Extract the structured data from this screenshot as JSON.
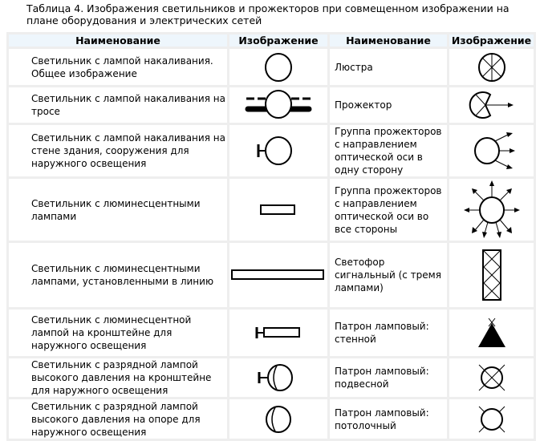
{
  "caption": "Таблица 4. Изображения светильников и прожекторов при совмещенном изображении на плане оборудования и электрических сетей",
  "headers": [
    "Наименование",
    "Изображение",
    "Наименование",
    "Изображение"
  ],
  "rows": [
    {
      "left": "Светильник с лампой накаливания. Общее изображение",
      "left_icon": "circle",
      "right": "Люстра",
      "right_icon": "chandelier"
    },
    {
      "left": "Светильник с лампой накаливания на тросе",
      "left_icon": "circle-on-cable",
      "right": "Прожектор",
      "right_icon": "projector"
    },
    {
      "left": "Светильник с лампой накаливания на стене здания, сооружения для наружного освещения",
      "left_icon": "circle-wall-bracket",
      "right": "Группа прожекторов с направлением оптической оси в одну сторону",
      "right_icon": "projector-group-one-direction"
    },
    {
      "left": "Светильник с люминесцентными лампами",
      "left_icon": "rectangle",
      "right": "Группа прожекторов с направлением оптической оси во все стороны",
      "right_icon": "projector-group-all-directions"
    },
    {
      "left": "Светильник с люминесцентными лампами, установленными в линию",
      "left_icon": "long-rectangle",
      "right": "Светофор сигнальный (с тремя лампами)",
      "right_icon": "traffic-light"
    },
    {
      "left": "Светильник с люминесцентной лампой на кронштейне для наружного освещения",
      "left_icon": "rectangle-bracket",
      "right": "Патрон ламповый: стенной",
      "right_icon": "socket-wall"
    },
    {
      "left": "Светильник с разрядной лампой высокого давления на кронштейне для наружного освещения",
      "left_icon": "discharge-bracket",
      "right": "Патрон ламповый: подвесной",
      "right_icon": "socket-pendant"
    },
    {
      "left": "Светильник с разрядной лампой высокого давления на опоре для наружного освещения",
      "left_icon": "discharge-pole",
      "right": "Патрон ламповый: потолочный",
      "right_icon": "socket-ceiling"
    }
  ]
}
